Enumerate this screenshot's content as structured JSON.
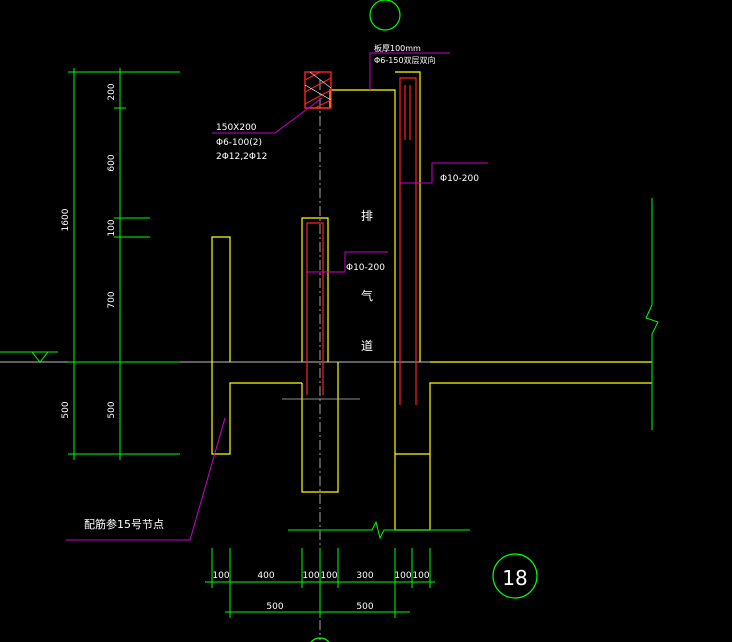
{
  "drawing": {
    "detail_number": "18",
    "colors": {
      "background": "#000000",
      "wall": "#ffff00",
      "dimension": "#00ff00",
      "leader": "#cc00cc",
      "rebar": "#ff2020",
      "axis": "#ffffff"
    }
  },
  "annotations": {
    "top_note_line1": "板厚100mm",
    "top_note_line2": "Φ6-150双层双向",
    "beam_size": "150X200",
    "beam_stirrup": "Φ6-100(2)",
    "beam_main_bar": "2Φ12,2Φ12",
    "rebar_right": "Φ10-200",
    "rebar_mid": "Φ10-200",
    "duct_char_1": "排",
    "duct_char_2": "气",
    "duct_char_3": "道",
    "reinforcement_ref": "配筋参15号节点"
  },
  "left_dimensions": {
    "total_upper": "1600",
    "total_lower": "500",
    "segments_upper": [
      "200",
      "600",
      "100",
      "700"
    ],
    "segment_lower": "500"
  },
  "bottom_dimensions": {
    "row1": [
      "100",
      "400",
      "100",
      "100",
      "300",
      "100",
      "100"
    ],
    "row2": [
      "500",
      "500"
    ]
  }
}
